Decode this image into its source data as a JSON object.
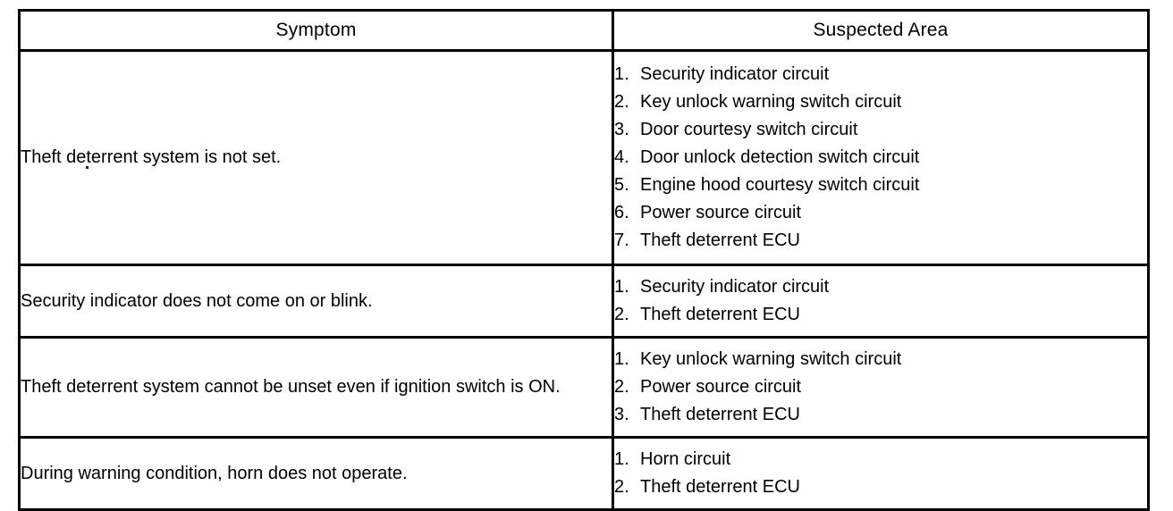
{
  "table": {
    "columns": [
      {
        "key": "symptom",
        "header": "Symptom"
      },
      {
        "key": "suspected_area",
        "header": "Suspected Area"
      }
    ],
    "rows": [
      {
        "symptom": "Theft deterrent system is not set.",
        "suspected_area": [
          {
            "num": "1.",
            "label": "Security indicator circuit"
          },
          {
            "num": "2.",
            "label": "Key unlock warning switch circuit"
          },
          {
            "num": "3.",
            "label": "Door courtesy switch circuit"
          },
          {
            "num": "4.",
            "label": "Door unlock detection switch circuit"
          },
          {
            "num": "5.",
            "label": "Engine hood courtesy switch circuit"
          },
          {
            "num": "6.",
            "label": "Power source circuit"
          },
          {
            "num": "7.",
            "label": "Theft deterrent ECU"
          }
        ]
      },
      {
        "symptom": "Security indicator does not come on or blink.",
        "suspected_area": [
          {
            "num": "1.",
            "label": "Security indicator circuit"
          },
          {
            "num": "2.",
            "label": "Theft deterrent ECU"
          }
        ]
      },
      {
        "symptom": "Theft deterrent system cannot be unset even if ignition switch is ON.",
        "suspected_area": [
          {
            "num": "1.",
            "label": "Key unlock warning switch circuit"
          },
          {
            "num": "2.",
            "label": "Power source circuit"
          },
          {
            "num": "3.",
            "label": "Theft deterrent ECU"
          }
        ]
      },
      {
        "symptom": "During warning condition, horn does not operate.",
        "suspected_area": [
          {
            "num": "1.",
            "label": "Horn circuit"
          },
          {
            "num": "2.",
            "label": "Theft deterrent ECU"
          }
        ]
      }
    ]
  },
  "colors": {
    "ink": "#000000",
    "paper": "#ffffff"
  }
}
